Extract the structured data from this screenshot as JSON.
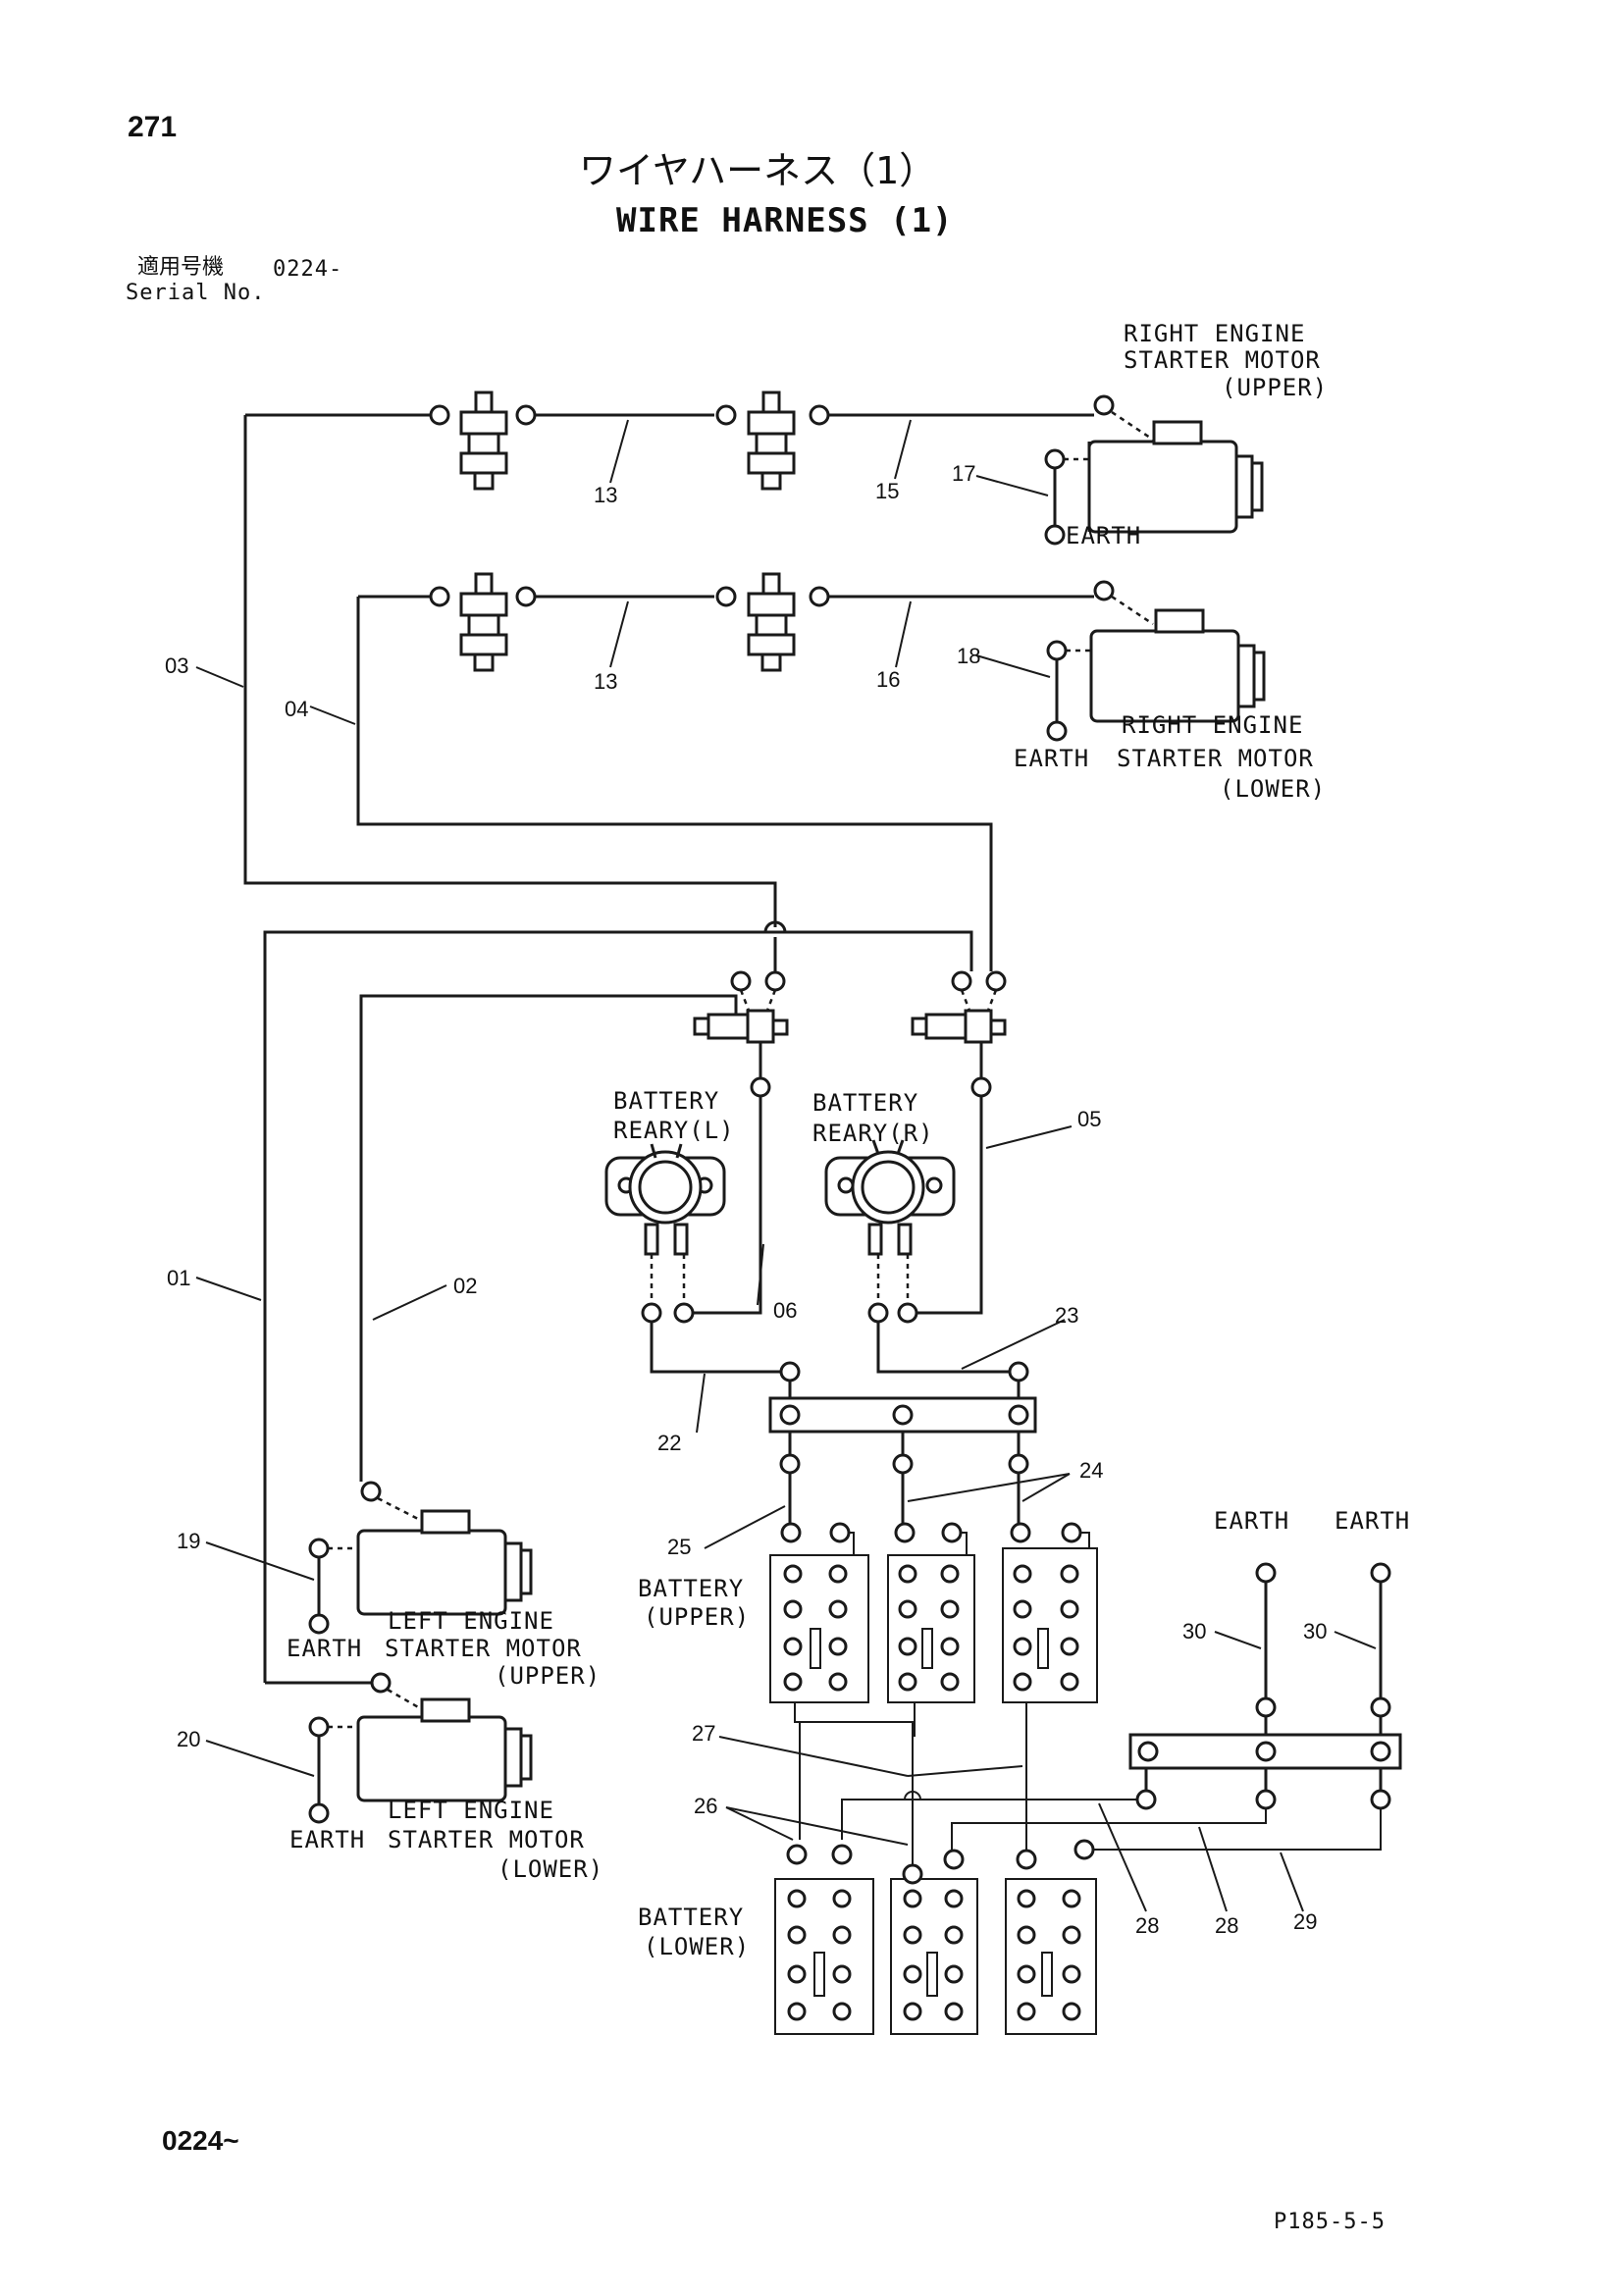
{
  "page": {
    "page_number": "271",
    "title_jp": "ワイヤハーネス（1）",
    "title_en": "WIRE HARNESS (1)",
    "serial_label_jp": "適用号機",
    "serial_value": "0224-",
    "serial_label_en": "Serial No.",
    "footer_serial": "0224~",
    "page_code": "P185-5-5"
  },
  "labels": {
    "right_engine_starter_upper": [
      "RIGHT ENGINE",
      "STARTER MOTOR",
      "(UPPER)"
    ],
    "right_engine_starter_lower": [
      "RIGHT ENGINE",
      "STARTER MOTOR",
      "(LOWER)"
    ],
    "left_engine_starter_upper": [
      "LEFT ENGINE",
      "STARTER MOTOR",
      "(UPPER)"
    ],
    "left_engine_starter_lower": [
      "LEFT ENGINE",
      "STARTER MOTOR",
      "(LOWER)"
    ],
    "battery_relay_left": [
      "BATTERY",
      "REARY(L)"
    ],
    "battery_relay_right": [
      "BATTERY",
      "REARY(R)"
    ],
    "battery_upper": [
      "BATTERY",
      "(UPPER)"
    ],
    "battery_lower": [
      "BATTERY",
      "(LOWER)"
    ],
    "earth": "EARTH"
  },
  "part_numbers": {
    "p01": "01",
    "p02": "02",
    "p03": "03",
    "p04": "04",
    "p05": "05",
    "p06": "06",
    "p13": "13",
    "p15": "15",
    "p16": "16",
    "p17": "17",
    "p18": "18",
    "p19": "19",
    "p20": "20",
    "p22": "22",
    "p23": "23",
    "p24": "24",
    "p25": "25",
    "p26": "26",
    "p27": "27",
    "p28": "28",
    "p29": "29",
    "p30": "30"
  }
}
